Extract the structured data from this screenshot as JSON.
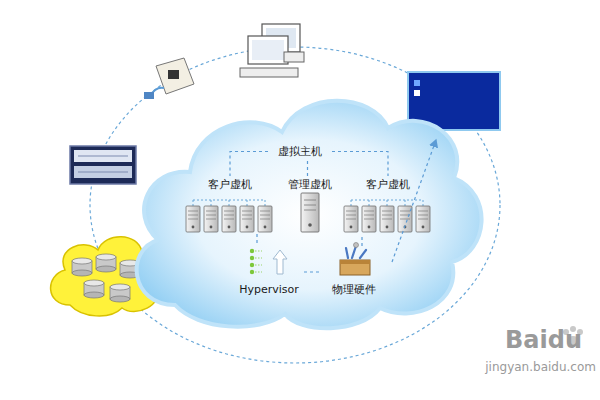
{
  "diagram": {
    "nodes": [
      {
        "text": [
          "虚拟主机"
        ]
      },
      {
        "text": [
          "客户虚机"
        ]
      },
      {
        "text": [
          "管理虚机"
        ]
      },
      {
        "text": [
          "客户虚机"
        ]
      },
      {
        "text": [
          "Hypervisor"
        ]
      },
      {
        "text": [
          "物理硬件"
        ]
      }
    ],
    "edges": [
      {
        "from": 0,
        "to": 1,
        "arrow": "none"
      },
      {
        "from": 0,
        "to": 2,
        "arrow": "none"
      },
      {
        "from": 0,
        "to": 3,
        "arrow": "none"
      },
      {
        "from": 1,
        "to": 4,
        "arrow": "none"
      },
      {
        "from": 4,
        "to": 5,
        "arrow": "none"
      },
      {
        "from": 5,
        "to": 3,
        "arrow": "none"
      }
    ],
    "labels": [
      "Baidu",
      "jingyan.baidu.com"
    ]
  }
}
